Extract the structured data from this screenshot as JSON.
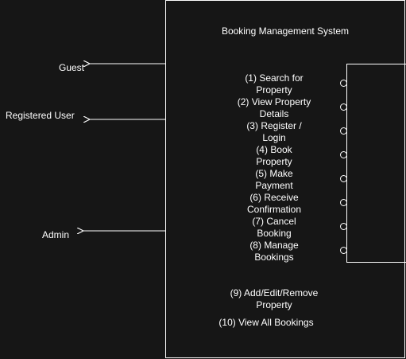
{
  "title": "Booking Management System",
  "actors": {
    "guest": "Guest",
    "registered_user": "Registered User",
    "admin": "Admin"
  },
  "use_cases": [
    {
      "line1": "(1) Search for",
      "line2": "Property"
    },
    {
      "line1": "(2) View Property",
      "line2": "Details"
    },
    {
      "line1": "(3) Register /",
      "line2": "Login"
    },
    {
      "line1": "(4) Book",
      "line2": "Property"
    },
    {
      "line1": "(5) Make",
      "line2": "Payment"
    },
    {
      "line1": "(6) Receive",
      "line2": "Confirmation"
    },
    {
      "line1": "(7) Cancel",
      "line2": "Booking"
    },
    {
      "line1": "(8) Manage",
      "line2": "Bookings"
    }
  ],
  "admin_use_cases": [
    {
      "line1": "(9) Add/Edit/Remove",
      "line2": "Property"
    },
    {
      "line1": "(10) View All Bookings",
      "line2": ""
    }
  ],
  "colors": {
    "background": "#161616",
    "foreground": "#ffffff"
  }
}
